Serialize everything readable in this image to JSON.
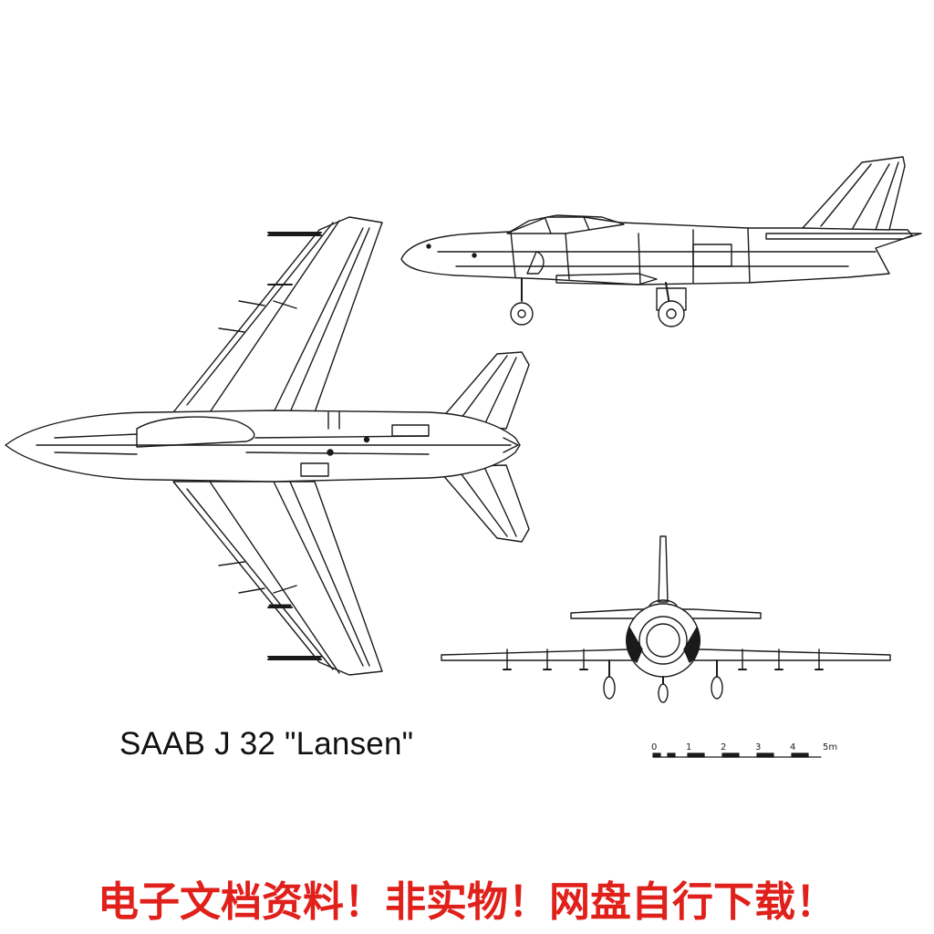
{
  "drawing": {
    "title": "SAAB J 32 \"Lansen\"",
    "views": [
      "top-view",
      "side-view",
      "front-view"
    ],
    "line_color": "#1a1a1a",
    "scale_bar": {
      "ticks": [
        "0",
        "1",
        "2",
        "3",
        "4",
        "5m"
      ]
    }
  },
  "banner": {
    "text": "电子文档资料！非实物！网盘自行下载！",
    "color": "#e0201b"
  }
}
